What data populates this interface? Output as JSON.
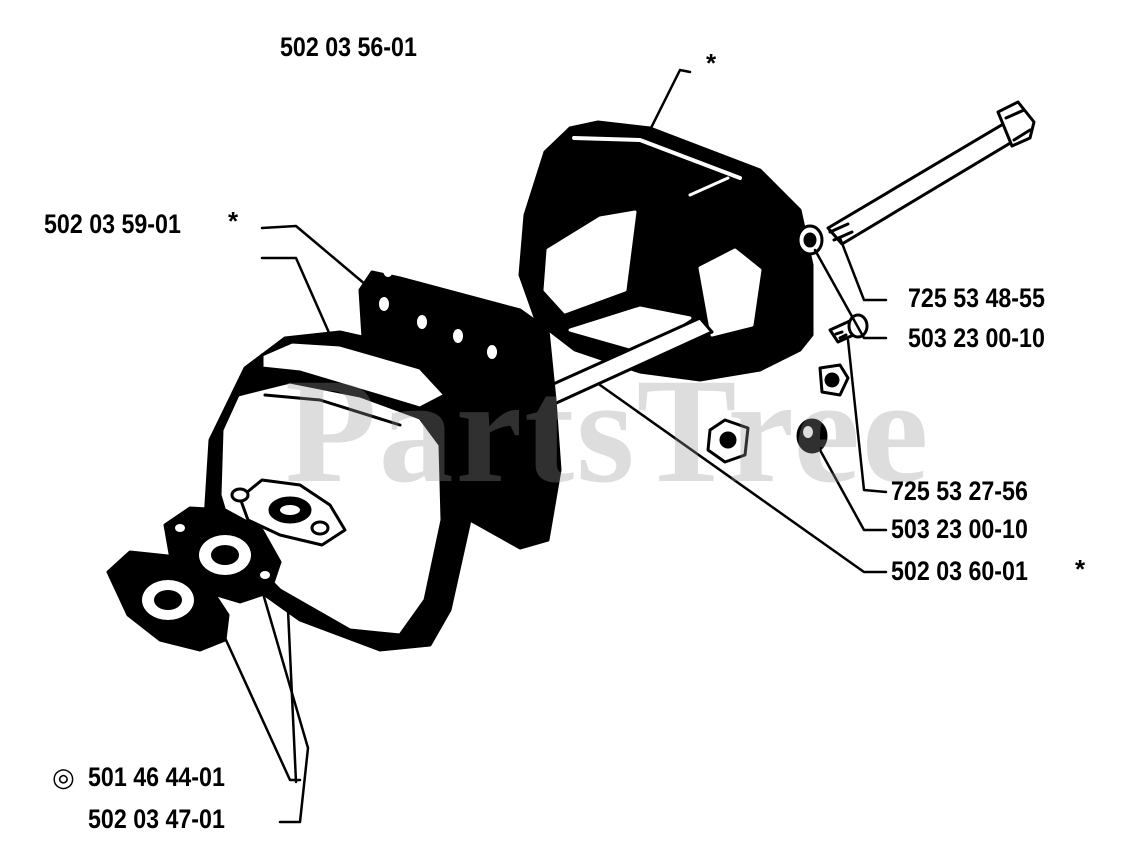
{
  "part_numbers": {
    "muffler_top": "502 03 56-01",
    "muffler_back_plate": "502 03 59-01",
    "bolt_long": "725 53 48-55",
    "washer_upper": "503 23 00-10",
    "screw_short": "725 53 27-56",
    "washer_lower": "503 23 00-10",
    "muffler_assembly": "502 03 60-01",
    "gasket_outer": "501 46 44-01",
    "gasket_inner": "502 03 47-01"
  },
  "markers": {
    "asterisk": "*",
    "circle_symbol": "◎"
  },
  "watermark": "PartsTree"
}
